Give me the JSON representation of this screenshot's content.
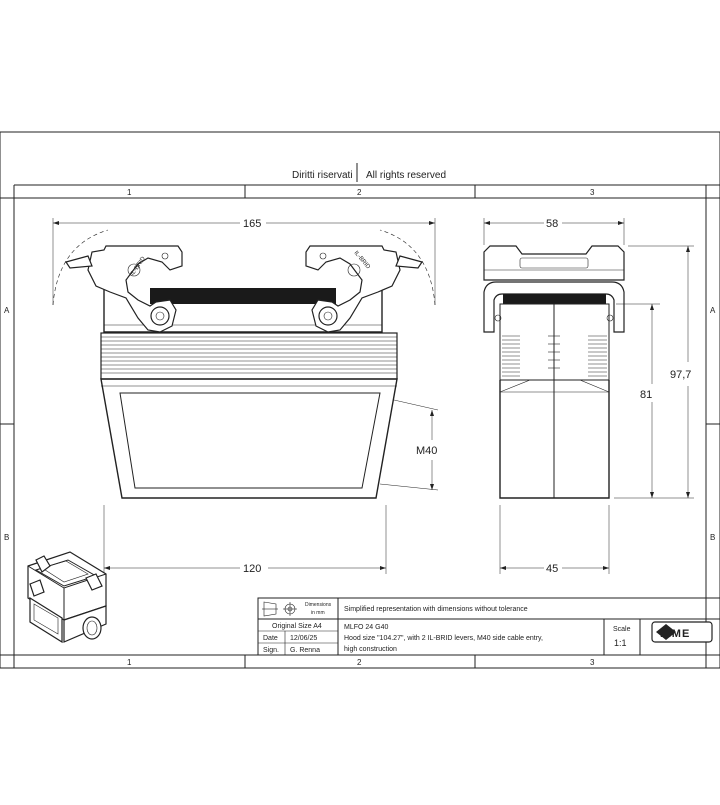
{
  "header": {
    "rights_it": "Diritti riservati",
    "rights_en": "All rights reserved"
  },
  "grid": {
    "columns": [
      "1",
      "2",
      "3"
    ],
    "rows": [
      "A",
      "B"
    ]
  },
  "dimensions": {
    "front_width": "165",
    "body_width": "120",
    "cable_entry": "M40",
    "side_width_top": "58",
    "side_width_bottom": "45",
    "height_total": "97,7",
    "height_body": "81"
  },
  "lever_text": "IL-BRID",
  "title_block": {
    "dims_label_1": "Dimensions",
    "dims_label_2": "in mm",
    "note": "Simplified representation with dimensions without tolerance",
    "original_size": "Original Size A4",
    "date_label": "Date",
    "date_value": "12/06/25",
    "sign_label": "Sign.",
    "sign_value": "G. Renna",
    "code": "MLFO 24 G40",
    "description_1": "Hood size \"104.27\", with 2 IL-BRID levers, M40 side cable entry,",
    "description_2": "high construction",
    "scale_label": "Scale",
    "scale_value": "1:1",
    "logo_text": "ILME"
  }
}
